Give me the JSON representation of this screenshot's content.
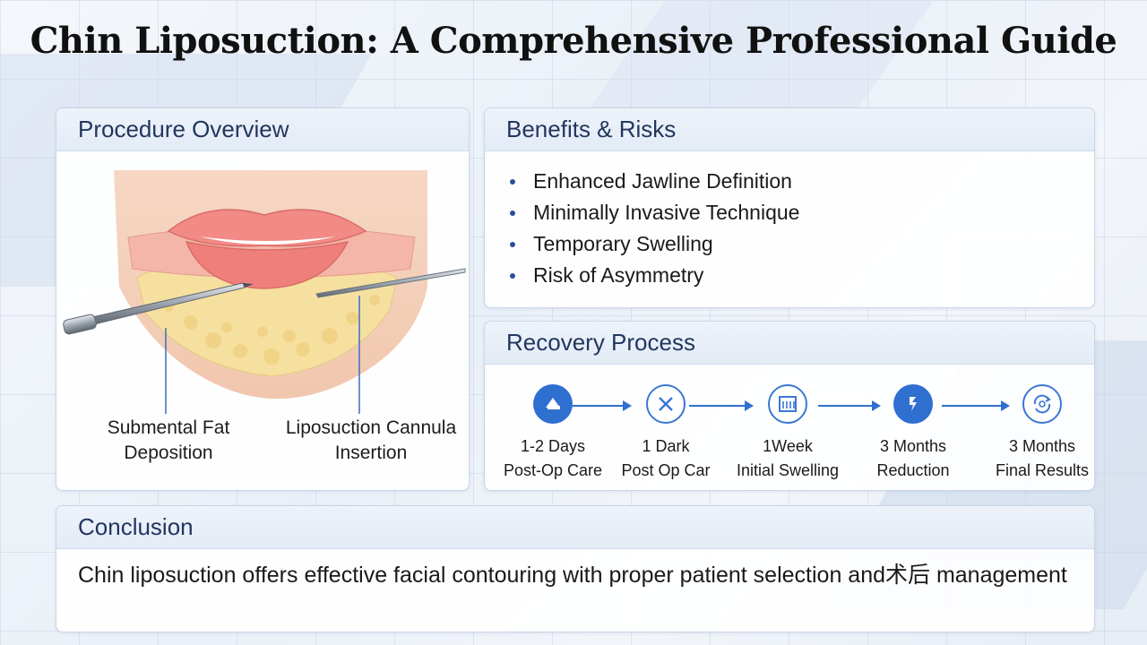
{
  "title": "Chin Liposuction: A Comprehensive Professional Guide",
  "overview": {
    "heading": "Procedure Overview",
    "captions": [
      {
        "line1": "Submental Fat",
        "line2": "Deposition"
      },
      {
        "line1": "Liposuction Cannula",
        "line2": "Insertion"
      }
    ]
  },
  "benefits": {
    "heading": "Benefits & Risks",
    "items": [
      "Enhanced Jawline Definition",
      "Minimally Invasive Technique",
      "Temporary Swelling",
      "Risk of Asymmetry"
    ]
  },
  "recovery": {
    "heading": "Recovery Process",
    "steps": [
      {
        "line1": "1-2 Days",
        "line2": "Post-Op Care",
        "icon": "bandage-icon",
        "style": "filled"
      },
      {
        "line1": "1 Dark",
        "line2": "Post Op Car",
        "icon": "cross-circle-icon",
        "style": "outline"
      },
      {
        "line1": "1Week",
        "line2": "Initial Swelling",
        "icon": "calendar-bars-icon",
        "style": "outline"
      },
      {
        "line1": "3 Months",
        "line2": "Reduction",
        "icon": "chart-down-icon",
        "style": "filled"
      },
      {
        "line1": "3 Months",
        "line2": "Final Results",
        "icon": "face-refresh-icon",
        "style": "outline"
      }
    ]
  },
  "conclusion": {
    "heading": "Conclusion",
    "text": "Chin liposuction offers effective facial contouring with proper patient selection and术后 management"
  },
  "colors": {
    "accent": "#2f6fd0",
    "heading_text": "#22365e",
    "panel_header": "#e3ebf6"
  }
}
